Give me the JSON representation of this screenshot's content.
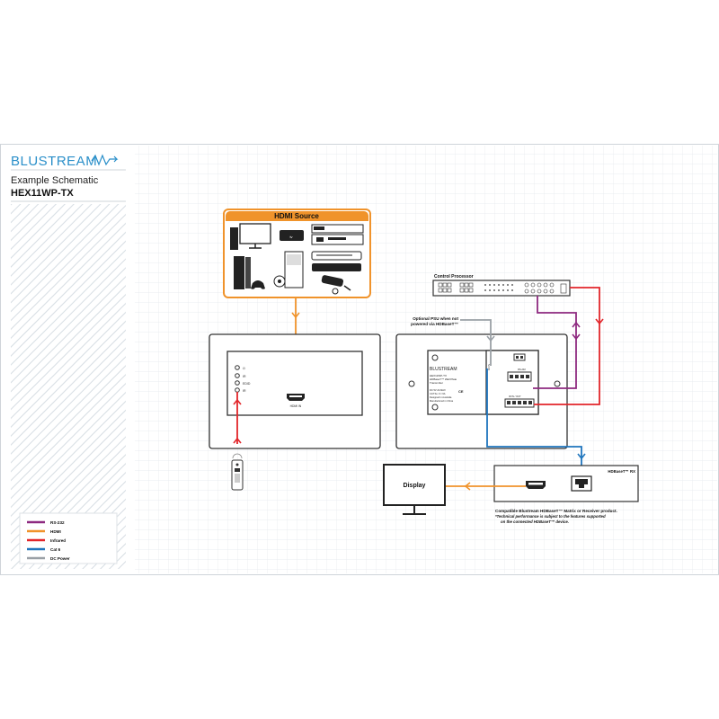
{
  "brand": {
    "name": "BLUSTREAM"
  },
  "header": {
    "subtitle": "Example Schematic",
    "model": "HEX11WP-TX"
  },
  "hdmi_source": {
    "title": "HDMI Source"
  },
  "faceplate": {
    "hdmi_port_label": "HDMI IN",
    "buttons": [
      "⏻",
      "IR",
      "EDID",
      "IR"
    ]
  },
  "control_processor": {
    "label": "Control Processor"
  },
  "psu_note": {
    "line1": "Optional PSU when not",
    "line2": "powered via HDBaseT™"
  },
  "rear_module": {
    "brand": "BLUSTREAM",
    "model": "HEX11WP-TX",
    "desc1": "HDBaseT™ Wall Plate",
    "desc2": "Transmitter",
    "fine1": "DC 5V 2A MAX",
    "fine2": "CAT 5e / 6 / 6A",
    "fine3": "Designed in Australia",
    "fine4": "Manufactured in China",
    "port_label": "HDBaseT",
    "dc_label": "DC IN",
    "rs232_label": "RS-232",
    "ir_label": "IR IN / OUT"
  },
  "receiver": {
    "label": "HDBaseT™ RX"
  },
  "display": {
    "label": "Display"
  },
  "note": {
    "line1": "Compatible Blustream HDBaseT™ Matrix or Receiver product.",
    "line2": "*Technical performance is subject to the features supported",
    "line3": "on the connected HDBaseT™ device."
  },
  "legend": [
    {
      "label": "RS-232",
      "color": "#8e2a80"
    },
    {
      "label": "HDMI",
      "color": "#f0932b"
    },
    {
      "label": "Infrared",
      "color": "#e2262b"
    },
    {
      "label": "Cat 6",
      "color": "#1f75bd"
    },
    {
      "label": "DC Power",
      "color": "#9aa0a6"
    }
  ],
  "colors": {
    "accent": "#2a8fc9",
    "orange": "#f0932b",
    "rs232": "#8e2a80",
    "ir": "#e2262b",
    "cat6": "#1f75bd",
    "power": "#9aa0a6"
  }
}
